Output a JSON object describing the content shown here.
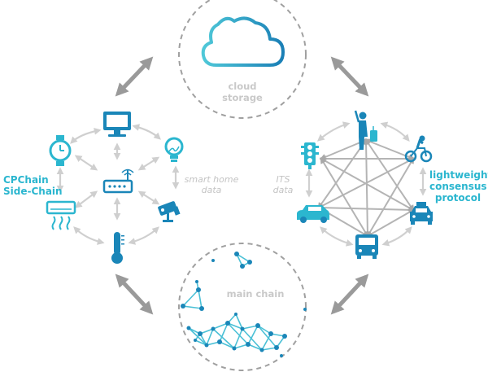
{
  "labels": {
    "cloud_line1": "cloud",
    "cloud_line2": "storage",
    "smart_line1": "smart home",
    "smart_line2": "data",
    "its_line1": "ITS",
    "its_line2": "data",
    "main_chain": "main chain",
    "side_line1": "CPChain",
    "side_line2": "Side-Chain",
    "consensus_line1": "lightweight",
    "consensus_line2": "consensus",
    "consensus_line3": "protocol"
  },
  "icons": {
    "cloud": "cloud-icon",
    "monitor": "monitor-icon",
    "bulb": "light-bulb-icon",
    "camera": "security-camera-icon",
    "thermometer": "thermometer-icon",
    "ac": "air-conditioner-icon",
    "watch": "smart-watch-icon",
    "router": "wifi-router-icon",
    "pedestrian": "pedestrian-icon",
    "bicycle": "bicycle-icon",
    "taxi": "taxi-icon",
    "bus": "bus-icon",
    "car": "car-icon",
    "traffic_light": "traffic-light-icon"
  },
  "colors": {
    "accent": "#2bb6cf",
    "accent_dark": "#1a86b8",
    "gray_arrow": "#9a9a9a",
    "light_arrow": "#cfcfcf",
    "dashed": "#9e9e9e"
  }
}
